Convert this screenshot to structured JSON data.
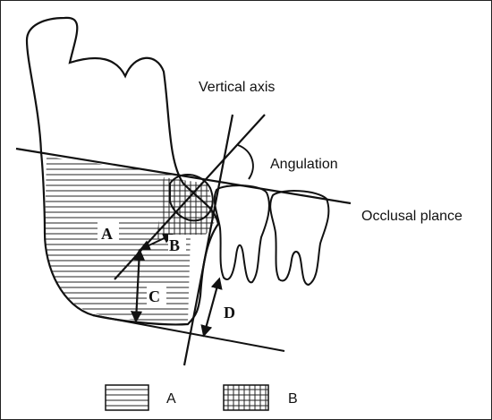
{
  "labels": {
    "vertical_axis": "Vertical axis",
    "angulation": "Angulation",
    "occlusal_plane": "Occlusal plance",
    "region_a": "A",
    "region_b": "B",
    "measure_c": "C",
    "measure_d": "D"
  },
  "legend": {
    "a_label": "A",
    "b_label": "B"
  }
}
